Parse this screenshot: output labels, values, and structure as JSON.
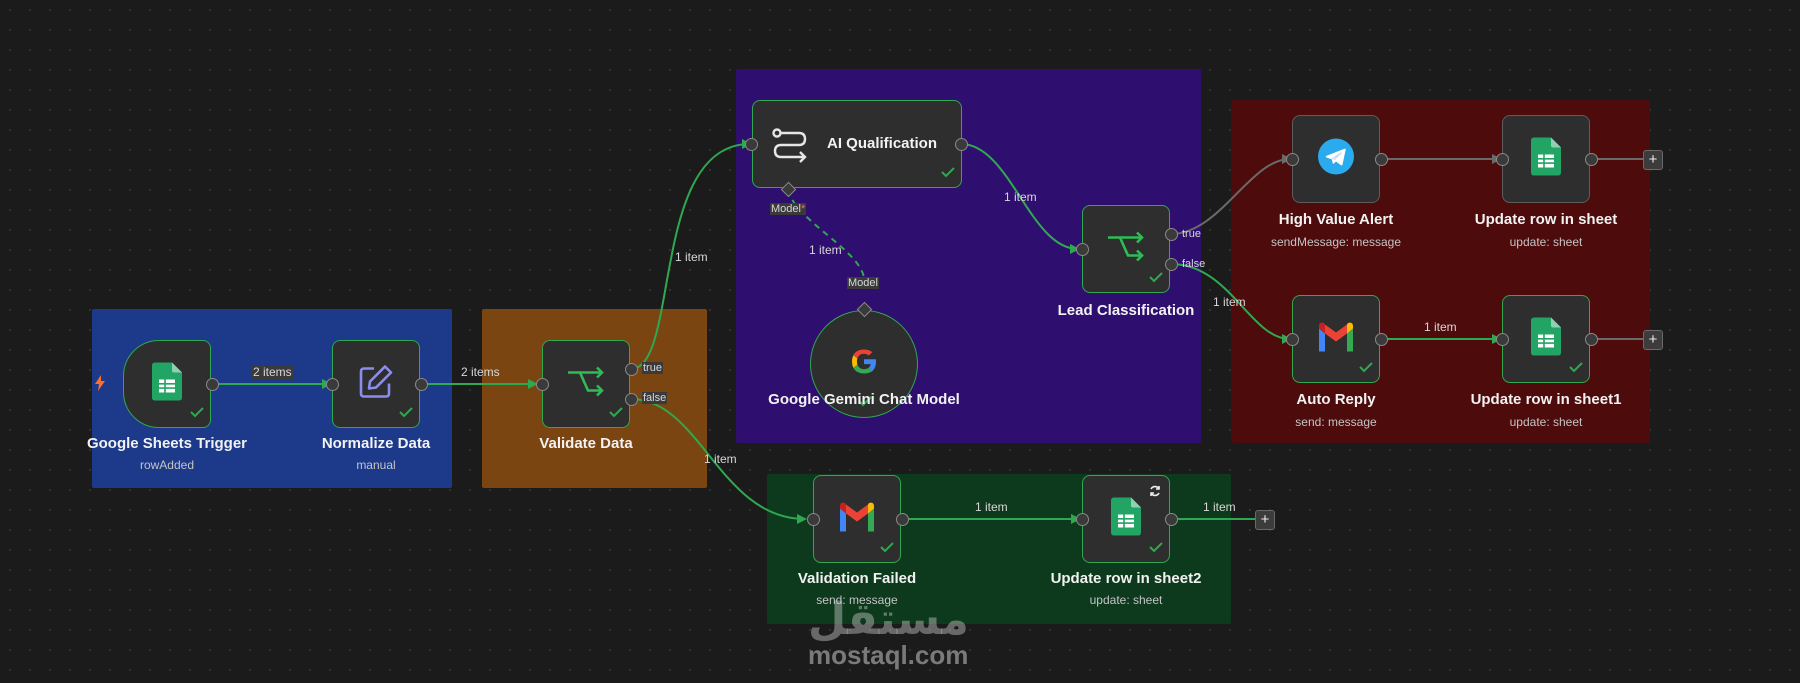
{
  "groups": {
    "trigger_color": "#1d3a8a",
    "validate_color": "#7a4510",
    "ai_color": "#2e0e6e",
    "alerts_color": "#4d0b0b",
    "failed_color": "#0d3a1c"
  },
  "colors": {
    "success_edge": "#2fa84f",
    "idle_edge": "#6a6a6a",
    "node_bg": "#2e2e2e"
  },
  "nodes": {
    "sheets_trigger": {
      "title": "Google Sheets Trigger",
      "subtitle": "rowAdded",
      "icon": "google-sheets-icon"
    },
    "normalize": {
      "title": "Normalize Data",
      "subtitle": "manual",
      "icon": "edit-icon"
    },
    "validate": {
      "title": "Validate Data",
      "icon": "if-branch-icon"
    },
    "ai_qualification": {
      "title": "AI Qualification",
      "icon": "ai-agent-icon",
      "model_port": "Model"
    },
    "gemini": {
      "title": "Google Gemini Chat Model",
      "icon": "google-icon",
      "port": "Model"
    },
    "lead_class": {
      "title": "Lead Classification",
      "icon": "if-branch-icon"
    },
    "high_value": {
      "title": "High Value Alert",
      "subtitle": "sendMessage: message",
      "icon": "telegram-icon"
    },
    "update_row": {
      "title": "Update row in sheet",
      "subtitle": "update: sheet",
      "icon": "google-sheets-icon"
    },
    "auto_reply": {
      "title": "Auto Reply",
      "subtitle": "send: message",
      "icon": "gmail-icon"
    },
    "update_row1": {
      "title": "Update row in sheet1",
      "subtitle": "update: sheet",
      "icon": "google-sheets-icon"
    },
    "validation_failed": {
      "title": "Validation Failed",
      "subtitle": "send: message",
      "icon": "gmail-icon"
    },
    "update_row2": {
      "title": "Update row in sheet2",
      "subtitle": "update: sheet",
      "icon": "google-sheets-icon"
    }
  },
  "ports": {
    "true_label": "true",
    "false_label": "false"
  },
  "edges": {
    "trigger_to_normalize": "2 items",
    "normalize_to_validate": "2 items",
    "validate_to_ai": "1 item",
    "validate_to_failed": "1 item",
    "model_link": "1 item",
    "ai_to_lead": "1 item",
    "lead_false_to_reply": "1 item",
    "reply_to_update1": "1 item",
    "failed_to_update2": "1 item",
    "update2_out": "1 item"
  },
  "controls": {
    "add_symbol": "+"
  },
  "watermark": {
    "text": "mostaql.com",
    "arabic": "مستقل"
  }
}
